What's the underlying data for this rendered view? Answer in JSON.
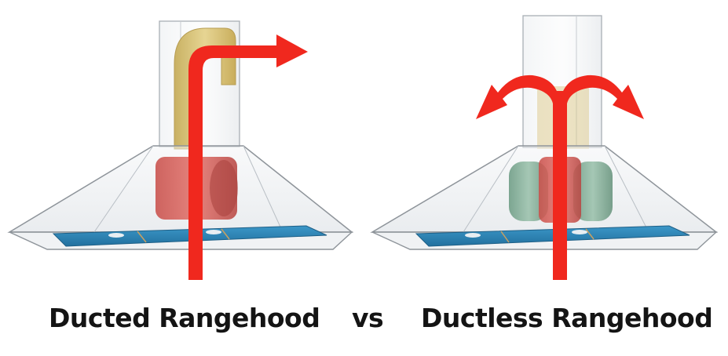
{
  "labels": {
    "ducted": "Ducted Rangehood",
    "vs": "vs",
    "ductless": "Ductless Rangehood"
  },
  "colors": {
    "airflow_arrow": "#f0281e",
    "duct_pipe": "#d9c47c",
    "blower_red": "#d9605a",
    "blower_green": "#86b09a",
    "filter_blue": "#2f86b8",
    "glass_edge": "#9aa0a6",
    "caption_text": "#141414"
  },
  "icons": {
    "ducted_airflow": "arrow-up-then-right-icon",
    "ductless_airflow": "arrow-up-split-left-right-icon"
  }
}
